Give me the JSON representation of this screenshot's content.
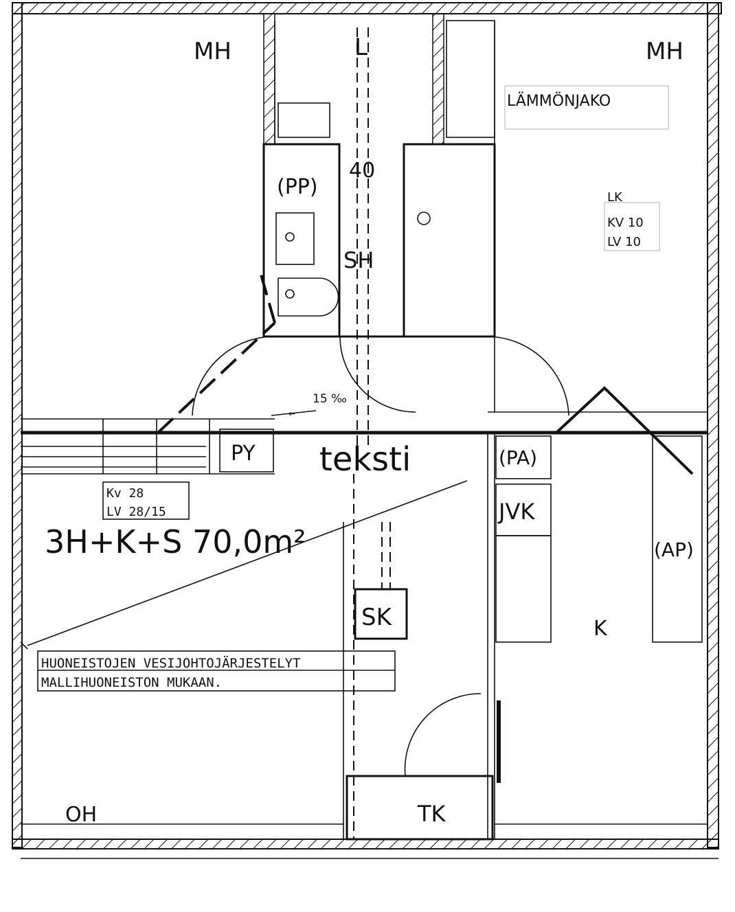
{
  "rooms": {
    "mh_left": "MH",
    "l": "L",
    "mh_right": "MH",
    "pp": "(PP)",
    "sh": "SH",
    "code_40": "40",
    "slope": "15 ‰",
    "py": "PY",
    "pa": "(PA)",
    "jvk": "JVK",
    "ap": "(AP)",
    "sk": "SK",
    "k": "K",
    "oh": "OH",
    "tk": "TK"
  },
  "overlay_text": "teksti",
  "ventilation": {
    "kv": "Kv 28",
    "lv": "LV 28/15"
  },
  "faded_note": {
    "title": "LÄMMÖNJAKO",
    "lk": "LK",
    "kv": "KV 10",
    "lv": "LV 10"
  },
  "apartment_type": "3H+K+S 70,0m²",
  "note": {
    "line1": "HUONEISTOJEN VESIJOHTOJÄRJESTELYT",
    "line2": "MALLIHUONEISTON MUKAAN."
  }
}
